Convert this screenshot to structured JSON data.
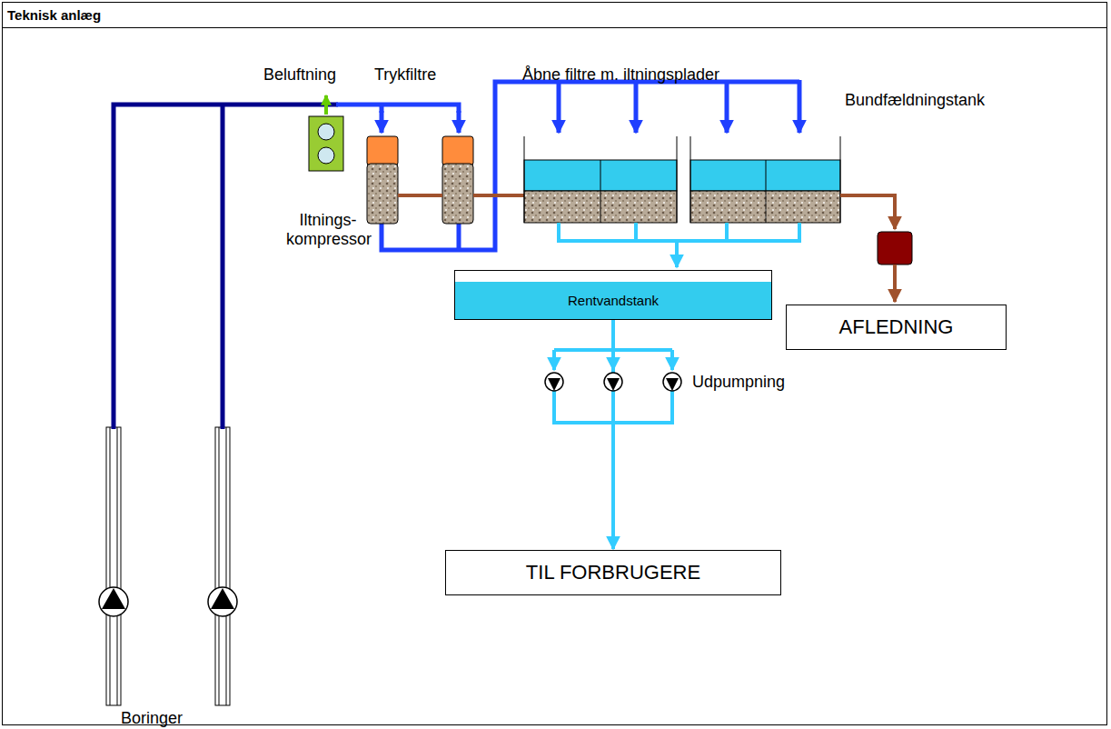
{
  "diagram": {
    "title": "Teknisk anlæg",
    "nodes": [
      {
        "text": [
          "Rentvandstank"
        ]
      },
      {
        "text": [
          "AFLEDNING"
        ]
      },
      {
        "text": [
          "TIL FORBRUGERE"
        ]
      }
    ],
    "edges": [
      {
        "from": 0,
        "to": 2,
        "arrow": "to"
      }
    ],
    "labels": [
      "Beluftning",
      "Trykfiltre",
      "Åbne filtre m. iltningsplader",
      "Bundfældningstank",
      "Iltnings- kompressor",
      "Udpumpning",
      "Boringer"
    ]
  }
}
